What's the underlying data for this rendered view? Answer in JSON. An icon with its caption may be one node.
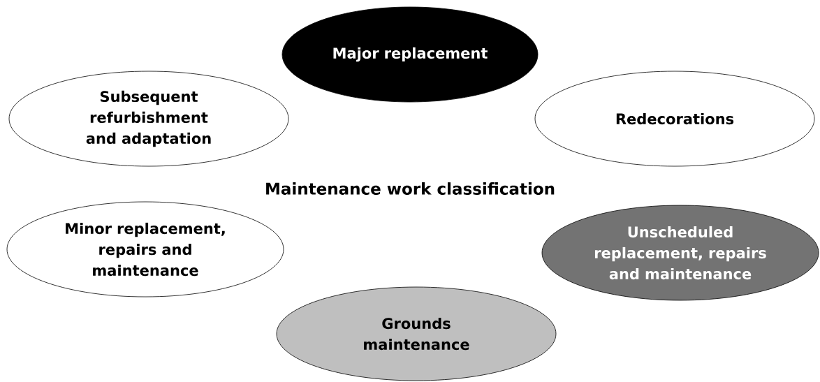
{
  "diagram": {
    "nodes": [
      {
        "text": [
          "Major replacement"
        ]
      },
      {
        "text": [
          "Subsequent refurbishment and adaptation"
        ]
      },
      {
        "text": [
          "Redecorations"
        ]
      },
      {
        "text": [
          "Minor replacement, repairs and maintenance"
        ]
      },
      {
        "text": [
          "Unscheduled replacement, repairs and maintenance"
        ]
      },
      {
        "text": [
          "Grounds maintenance"
        ]
      }
    ],
    "labels": [
      "Maintenance work classification"
    ]
  }
}
